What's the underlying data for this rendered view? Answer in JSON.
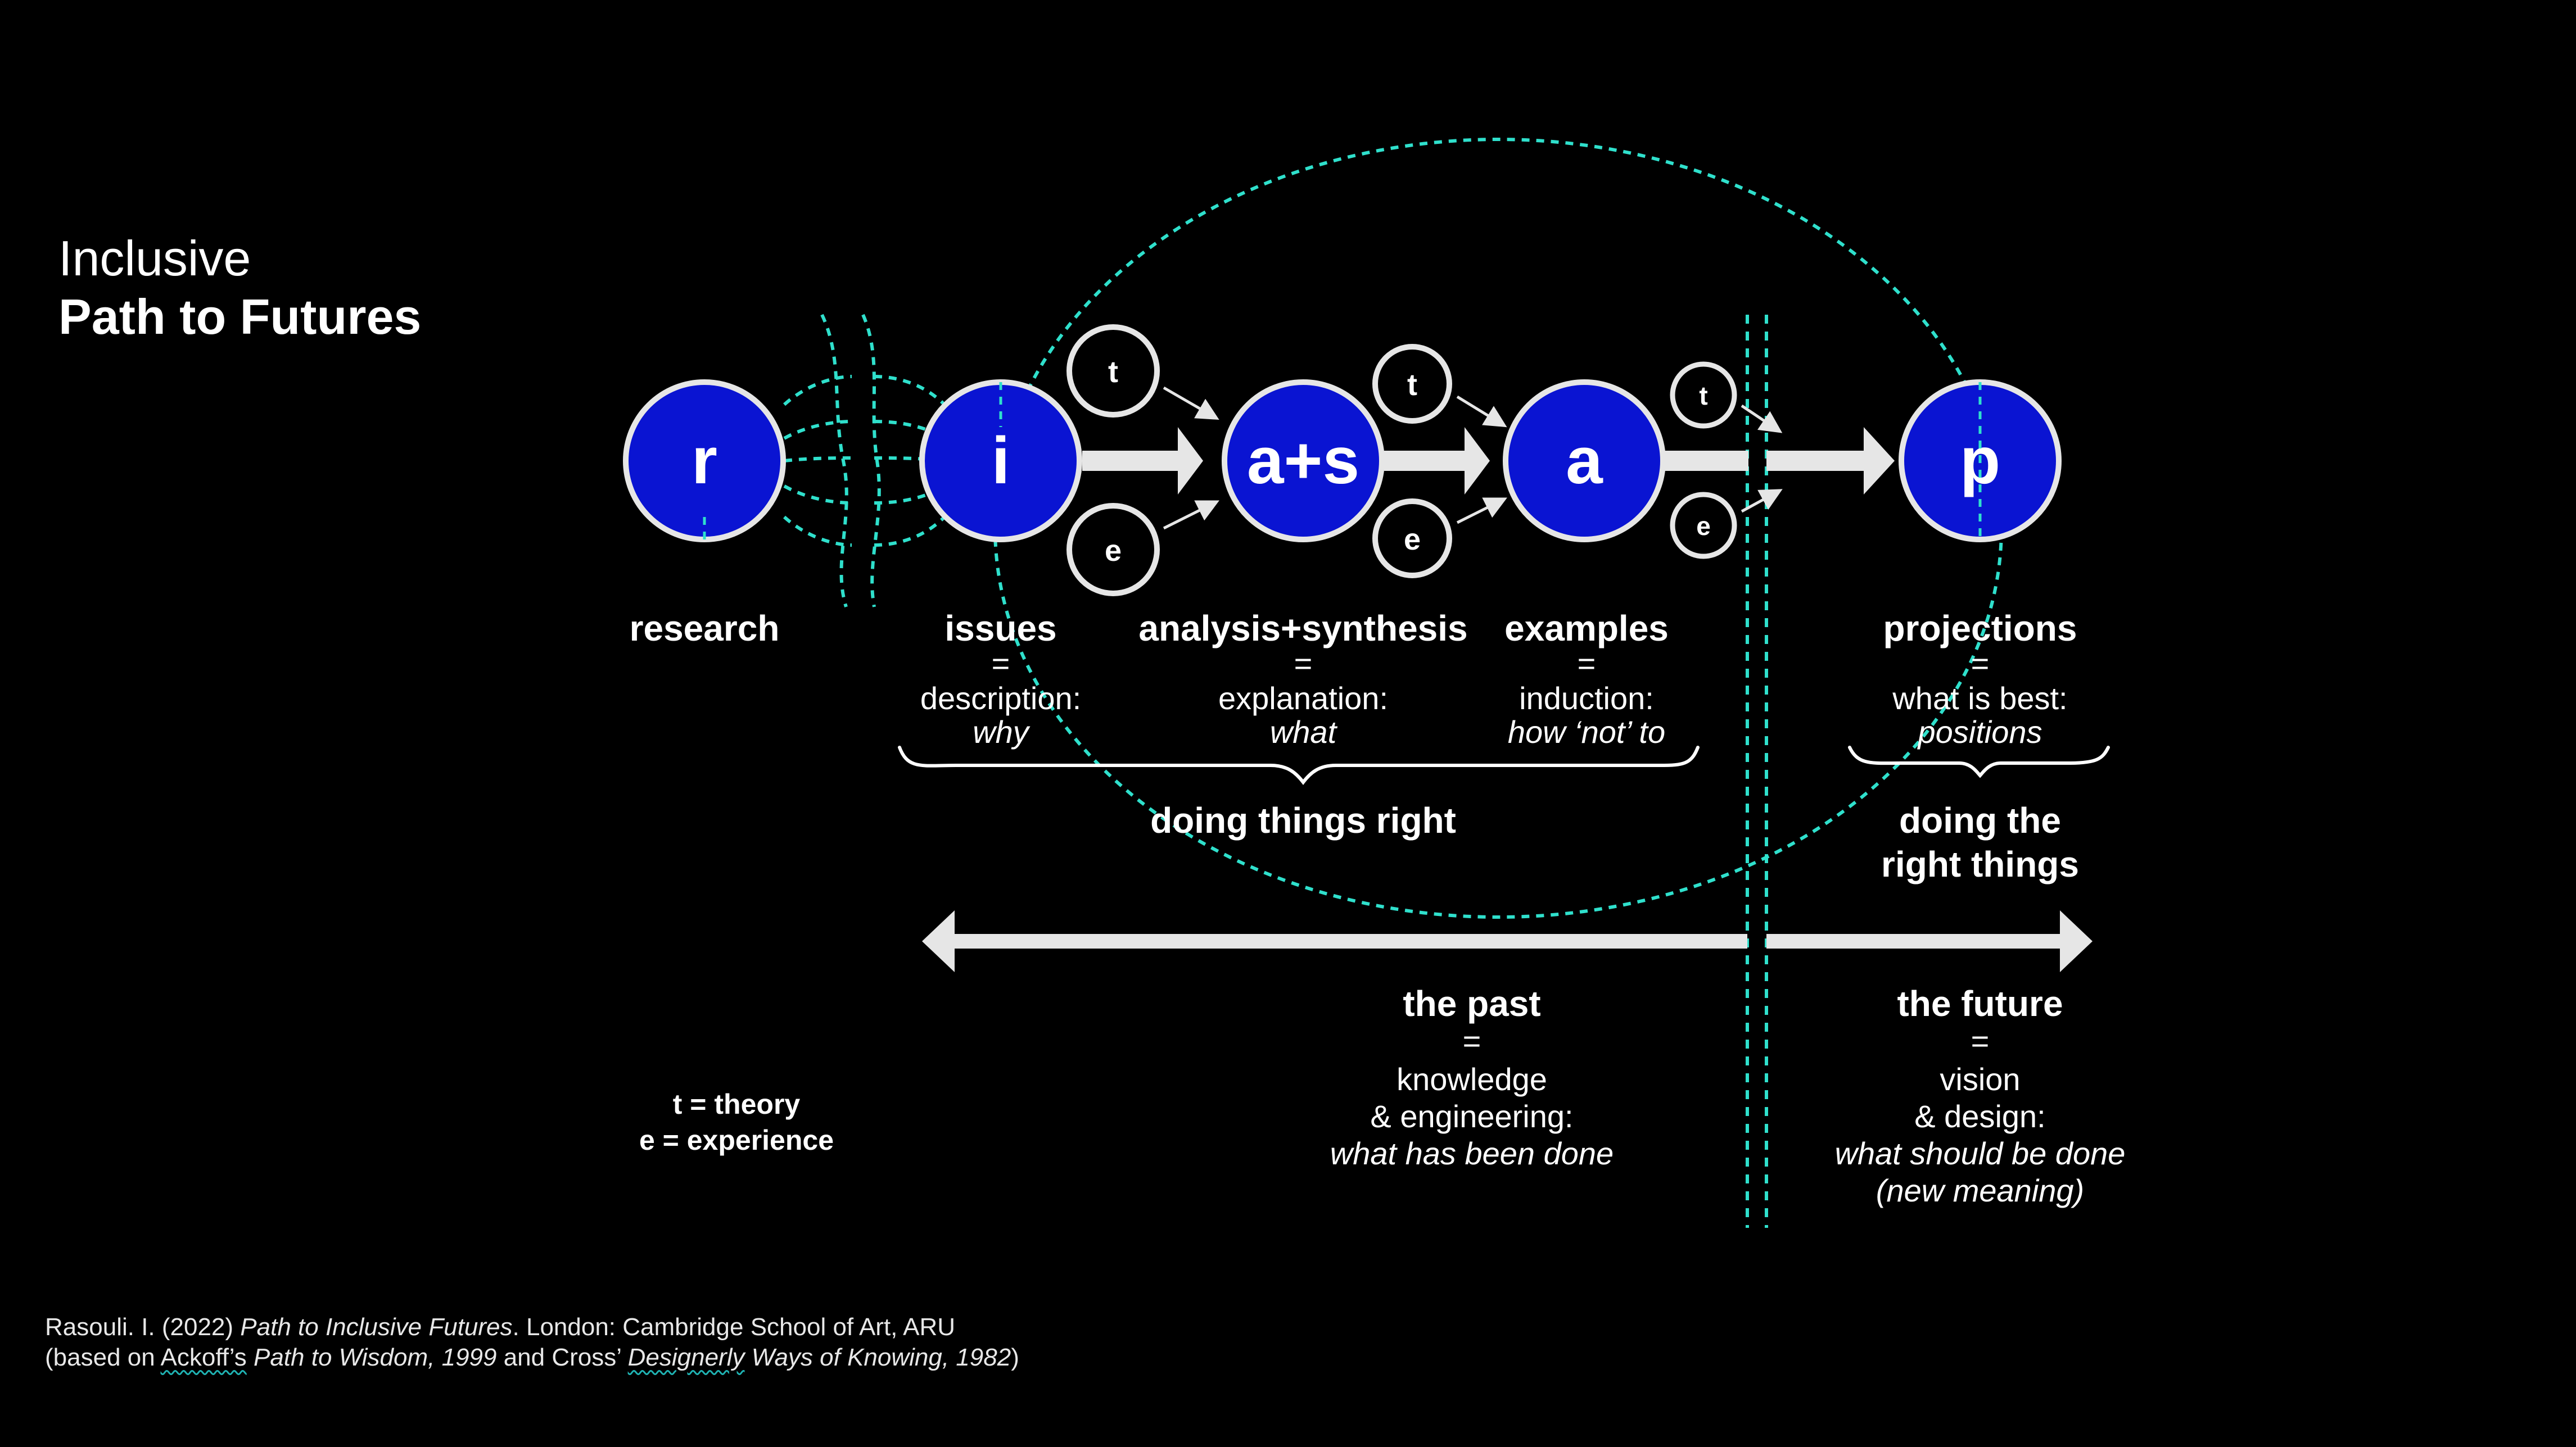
{
  "title": {
    "line1": "Inclusive",
    "line2": "Path to Futures"
  },
  "colors": {
    "background": "#000000",
    "node_fill": "#0a14d2",
    "node_stroke": "#e6e6e6",
    "arrow": "#e6e6e6",
    "dashed": "#2fe0cc",
    "text": "#ffffff"
  },
  "nodes": [
    {
      "letter": "r",
      "label": "research"
    },
    {
      "letter": "i",
      "label": "issues",
      "eq": "=",
      "desc": "description:",
      "italic": "why"
    },
    {
      "letter": "a+s",
      "label": "analysis+synthesis",
      "eq": "=",
      "desc": "explanation:",
      "italic": "what"
    },
    {
      "letter": "a",
      "label": "examples",
      "eq": "=",
      "desc": "induction:",
      "italic": "how ‘not’ to"
    },
    {
      "letter": "p",
      "label": "projections",
      "eq": "=",
      "desc": "what is best:",
      "italic": "positions"
    }
  ],
  "inputs": {
    "theory": "t",
    "experience": "e"
  },
  "groups": {
    "left": "doing things right",
    "right_line1": "doing the",
    "right_line2": "right things"
  },
  "timeline": {
    "past": {
      "heading": "the past",
      "eq": "=",
      "line1": "knowledge",
      "line2": "& engineering:",
      "italic": "what has been done"
    },
    "future": {
      "heading": "the future",
      "eq": "=",
      "line1": "vision",
      "line2": "& design:",
      "italic1": "what should be done",
      "italic2": "(new meaning)"
    }
  },
  "legend": {
    "t": "t = theory",
    "e": "e = experience"
  },
  "citation": {
    "line1_prefix": "Rasouli. I. (2022) ",
    "line1_italic": "Path to Inclusive Futures",
    "line1_suffix": ". London: Cambridge School of Art, ARU",
    "line2_prefix": "(based on ",
    "line2_link1": "Ackoff’s",
    "line2_italic1": " Path to Wisdom, 1999",
    "line2_mid": " and Cross’ ",
    "line2_link2": "Designerly",
    "line2_italic2": " Ways of Knowing, 1982",
    "line2_suffix": ")"
  }
}
